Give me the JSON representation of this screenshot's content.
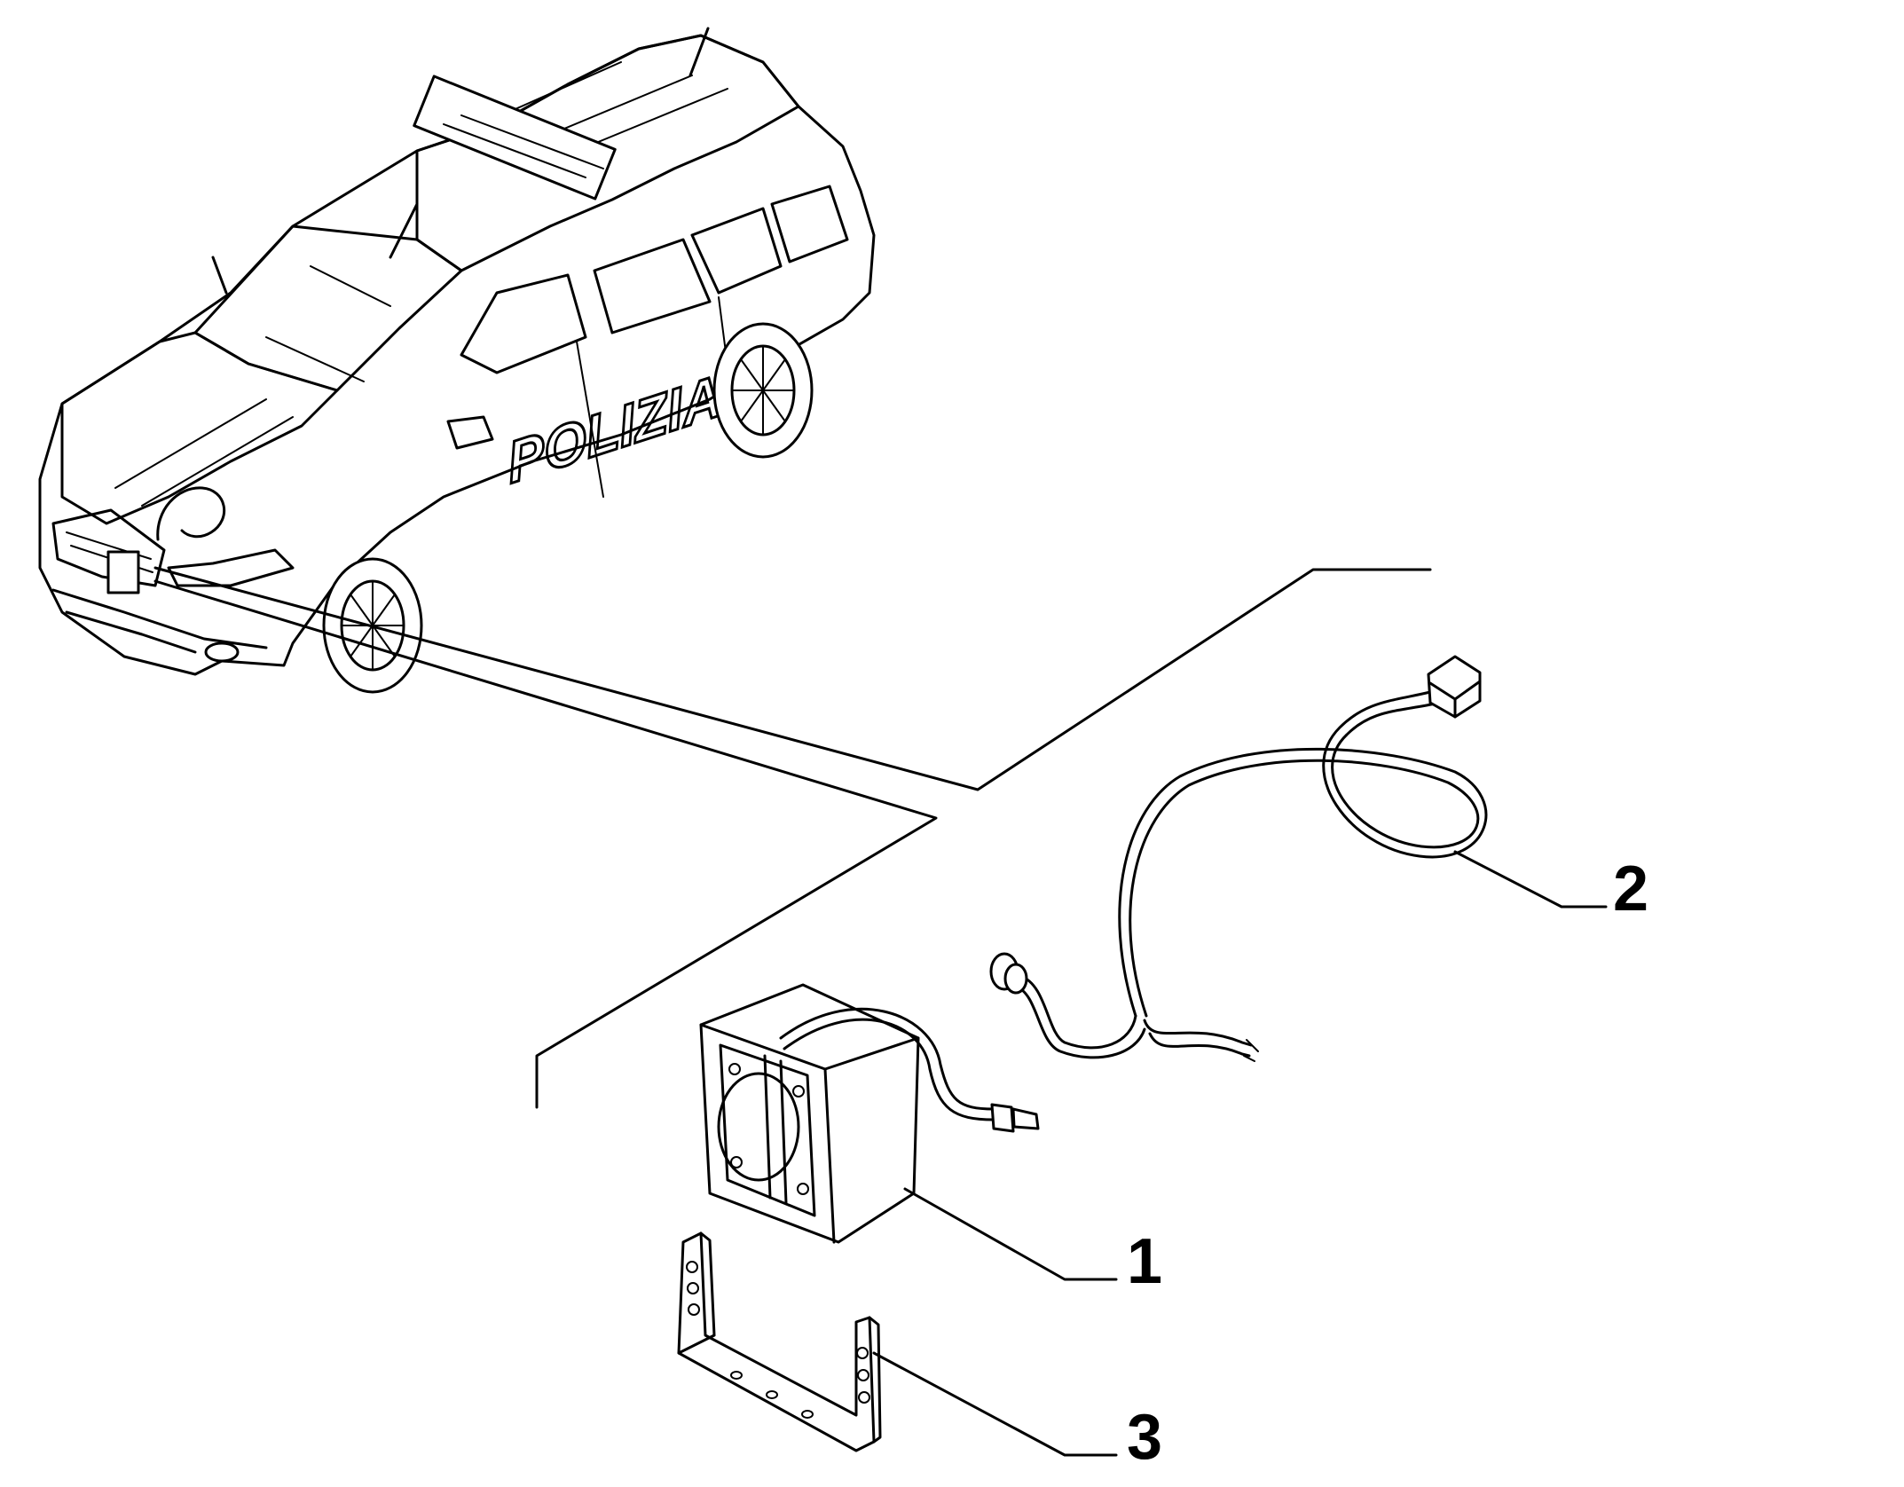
{
  "car": {
    "side_lettering": "POLIZIA"
  },
  "callouts": [
    {
      "id": "part-1",
      "label": "1"
    },
    {
      "id": "part-2",
      "label": "2"
    },
    {
      "id": "part-3",
      "label": "3"
    }
  ],
  "icons": [
    "police-car-illustration",
    "siren-speaker-unit",
    "wiring-harness",
    "mounting-bracket"
  ],
  "colors": {
    "line": "#000000",
    "background": "#ffffff"
  }
}
